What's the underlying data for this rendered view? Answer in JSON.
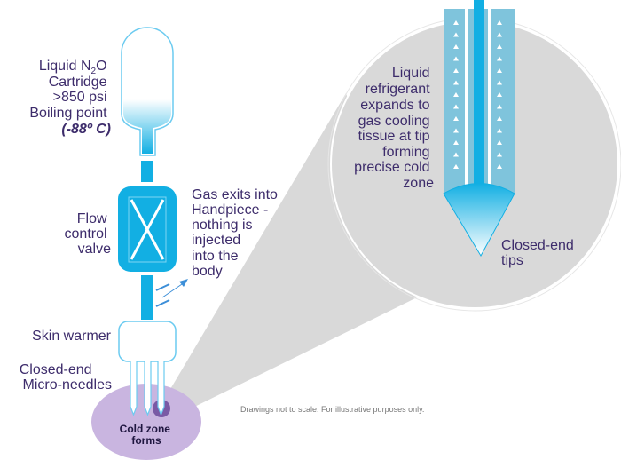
{
  "cartridge": {
    "line1_a": "Liquid N",
    "line1_sub": "2",
    "line1_b": "O",
    "line2": "Cartridge",
    "line3": ">850 psi",
    "line4": "Boiling point",
    "line5": "(-88º C)"
  },
  "valve": {
    "lines": [
      "Flow",
      "control",
      "valve"
    ]
  },
  "gas_exit": {
    "lines": [
      "Gas exits into",
      "Handpiece -",
      "nothing is",
      "injected",
      "into the",
      "body"
    ]
  },
  "skin_warmer": "Skin warmer",
  "needles": {
    "lines": [
      "Closed-end",
      "Micro-needles"
    ]
  },
  "cold_zone": {
    "lines": [
      "Cold zone",
      "forms"
    ]
  },
  "detail": {
    "refrigerant_lines": [
      "Liquid",
      "refrigerant",
      "expands to",
      "gas cooling",
      "tissue at tip",
      "forming",
      "precise cold",
      "zone"
    ],
    "tips_lines": [
      "Closed-end",
      "tips"
    ]
  },
  "footnote": "Drawings not to scale. For illustrative purposes only.",
  "colors": {
    "blue": "#12afe3",
    "light_blue": "#7fc4dc",
    "purple_text": "#3d2c6b",
    "zone": "#c9b5e0",
    "zone_dark": "#7a5aa5",
    "gray": "#d9d9d9"
  }
}
